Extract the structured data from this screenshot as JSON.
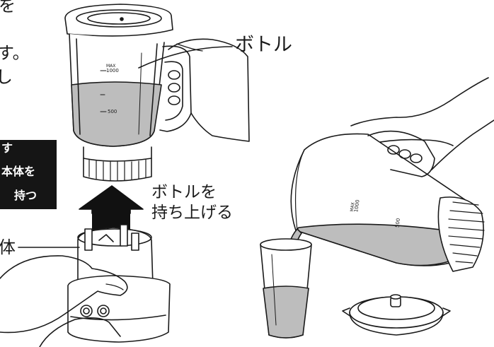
{
  "left_text_fragments": [
    "を",
    "す。",
    "し"
  ],
  "caution_box": {
    "lines": [
      "す",
      "本体を",
      "持つ"
    ]
  },
  "labels": {
    "bottle": "ボトル",
    "lift": [
      "ボトルを",
      "持ち上げる"
    ],
    "body_partial": "体"
  },
  "bottle_markings": {
    "max": "MAX",
    "capacity": "1000",
    "mid": "500"
  },
  "tilted_markings": {
    "max": "MAX",
    "capacity": "1000",
    "mid": "500"
  },
  "colors": {
    "ink": "#1a1a1a",
    "liquid": "#bdbdbd",
    "liquid_dark": "#a8a8a8",
    "box_bg": "#151515",
    "box_text": "#ffffff"
  }
}
